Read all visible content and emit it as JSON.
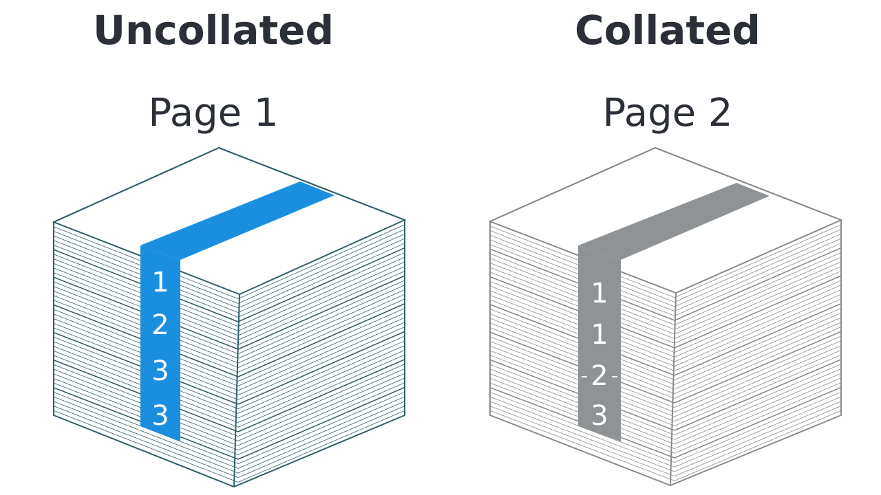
{
  "left_panel": {
    "title": "Uncollated",
    "subtitle": "Page 1",
    "stack_color": "#2f5f6a",
    "band_color": "#1a8fe0",
    "band_numbers": [
      "1",
      "2",
      "3",
      "3"
    ]
  },
  "right_panel": {
    "title": "Collated",
    "subtitle": "Page 2",
    "stack_color": "#8a8a8a",
    "band_color": "#8f9396",
    "band_numbers": [
      "1",
      "1",
      "2",
      "3"
    ]
  }
}
